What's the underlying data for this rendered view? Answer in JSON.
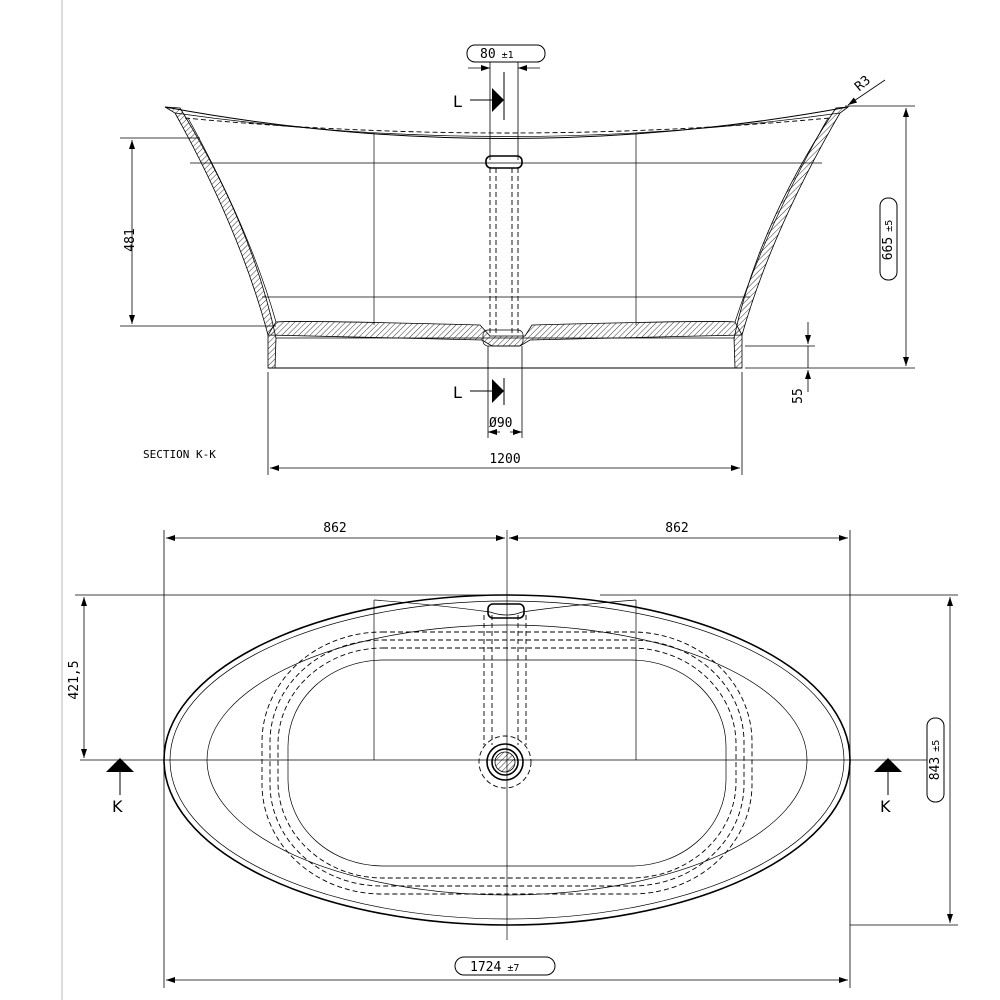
{
  "section_label": "SECTION K-K",
  "section_letters": {
    "l_top": "L",
    "l_bottom": "L",
    "k_left": "K",
    "k_right": "K"
  },
  "dimensions": {
    "outlet_spacing": {
      "value": "80",
      "tol": "±1"
    },
    "radius": "R3",
    "inner_depth": "481",
    "total_height": {
      "value": "665",
      "tol": "±5"
    },
    "base_height": "55",
    "drain_diameter": "Ø90",
    "base_width": "1200",
    "half_length_left": "862",
    "half_length_right": "862",
    "half_width": "421,5",
    "total_width": {
      "value": "843",
      "tol": "±5"
    },
    "total_length": {
      "value": "1724",
      "tol": "±7"
    }
  },
  "colors": {
    "line": "#000000",
    "background": "#ffffff"
  }
}
